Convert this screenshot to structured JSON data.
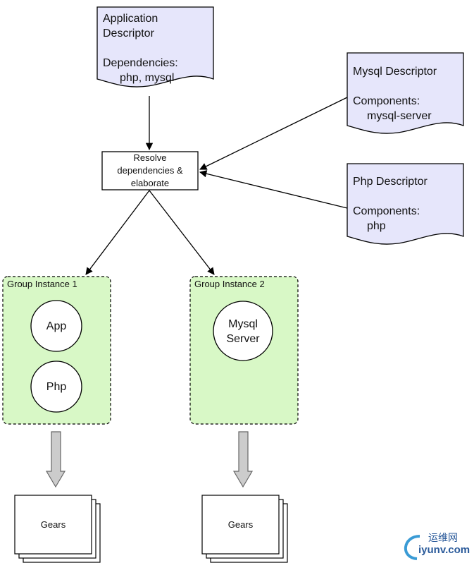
{
  "descriptors": {
    "application": {
      "title": "Application\nDescriptor",
      "section": "Dependencies:",
      "value": "php, mysql"
    },
    "mysql": {
      "title": "Mysql Descriptor",
      "section": "Components:",
      "value": "mysql-server"
    },
    "php": {
      "title": "Php Descriptor",
      "section": "Components:",
      "value": "php"
    }
  },
  "resolve_box": {
    "label": "Resolve\ndependencies &\nelaborate"
  },
  "groups": [
    {
      "label": "Group Instance 1",
      "components": [
        "App",
        "Php"
      ],
      "output": "Gears"
    },
    {
      "label": "Group Instance 2",
      "components": [
        "Mysql\nServer"
      ],
      "output": "Gears"
    }
  ],
  "watermark": {
    "cn": "运维网",
    "en": "iyunv.com"
  },
  "colors": {
    "descriptor_fill": "#e6e6fb",
    "group_fill": "#d8f8c6",
    "arrow_fill": "#cccccc"
  }
}
